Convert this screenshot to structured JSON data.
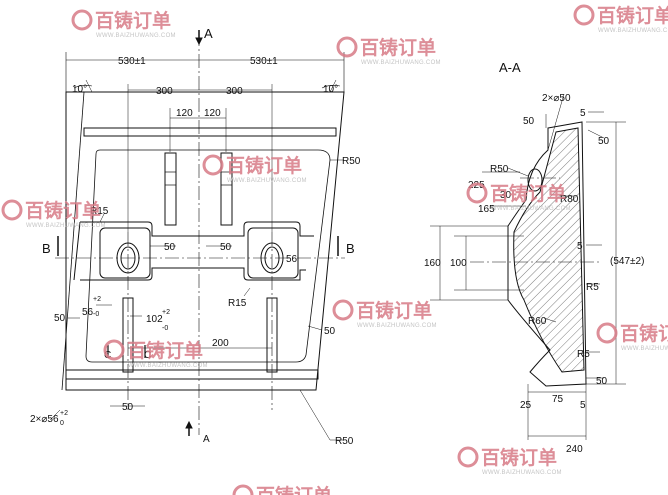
{
  "section_title": "A-A",
  "section_labels": {
    "a": "A",
    "b": "B",
    "c": "C"
  },
  "front_view": {
    "dims": {
      "width_left": "530±1",
      "width_right": "530±1",
      "span_left": "300",
      "span_right": "300",
      "slot_left": "120",
      "slot_right": "120",
      "angle_left": "10°",
      "angle_right": "10°",
      "radius_top_right": "R50",
      "radius_bottom_right": "R50",
      "radius_inner_left": "R15",
      "radius_inner_right": "R15",
      "width_50_a": "50",
      "width_50_b": "50",
      "width_50_c": "50",
      "edge_left": "50",
      "edge_right": "50",
      "hole_dim": "56",
      "tol_56": "56",
      "tol_56_upper": "+2",
      "tol_56_lower": "-0",
      "tol_102": "102",
      "tol_102_upper": "+2",
      "tol_102_lower": "-0",
      "dim_200": "200",
      "holes_callout": "2×⌀56",
      "holes_callout_upper": "+2",
      "holes_callout_lower": "0"
    }
  },
  "section_view": {
    "dims": {
      "holes": "2×⌀50",
      "d50_top": "50",
      "d5_top": "5",
      "d50_right": "50",
      "r50": "R50",
      "d225": "225",
      "d30": "30",
      "d165": "165",
      "r80": "R80",
      "d5_mid": "5",
      "d160": "160",
      "d100": "100",
      "overall": "(547±2)",
      "r5_top": "R5",
      "r60": "R60",
      "r5_bottom": "R5",
      "d50_bottom": "50",
      "d25": "25",
      "d75": "75",
      "d5_bottom": "5",
      "d240": "240"
    }
  },
  "watermark": {
    "brand": "百铸订单",
    "url": "WWW.BAIZHUWANG.COM"
  }
}
